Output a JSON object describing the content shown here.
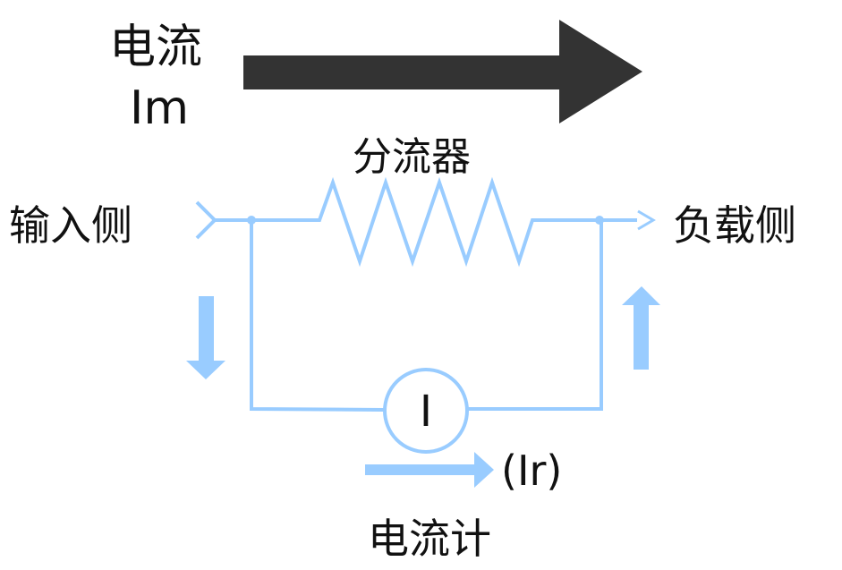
{
  "labels": {
    "current_title": "电流",
    "current_symbol": "Im",
    "shunt": "分流器",
    "input_side": "输入侧",
    "load_side": "负载侧",
    "meter_symbol": "I",
    "meter_current": "(Ir)",
    "ammeter": "电流计"
  },
  "colors": {
    "wire": "#99ccff",
    "main_arrow": "#333333",
    "text": "#111111"
  }
}
